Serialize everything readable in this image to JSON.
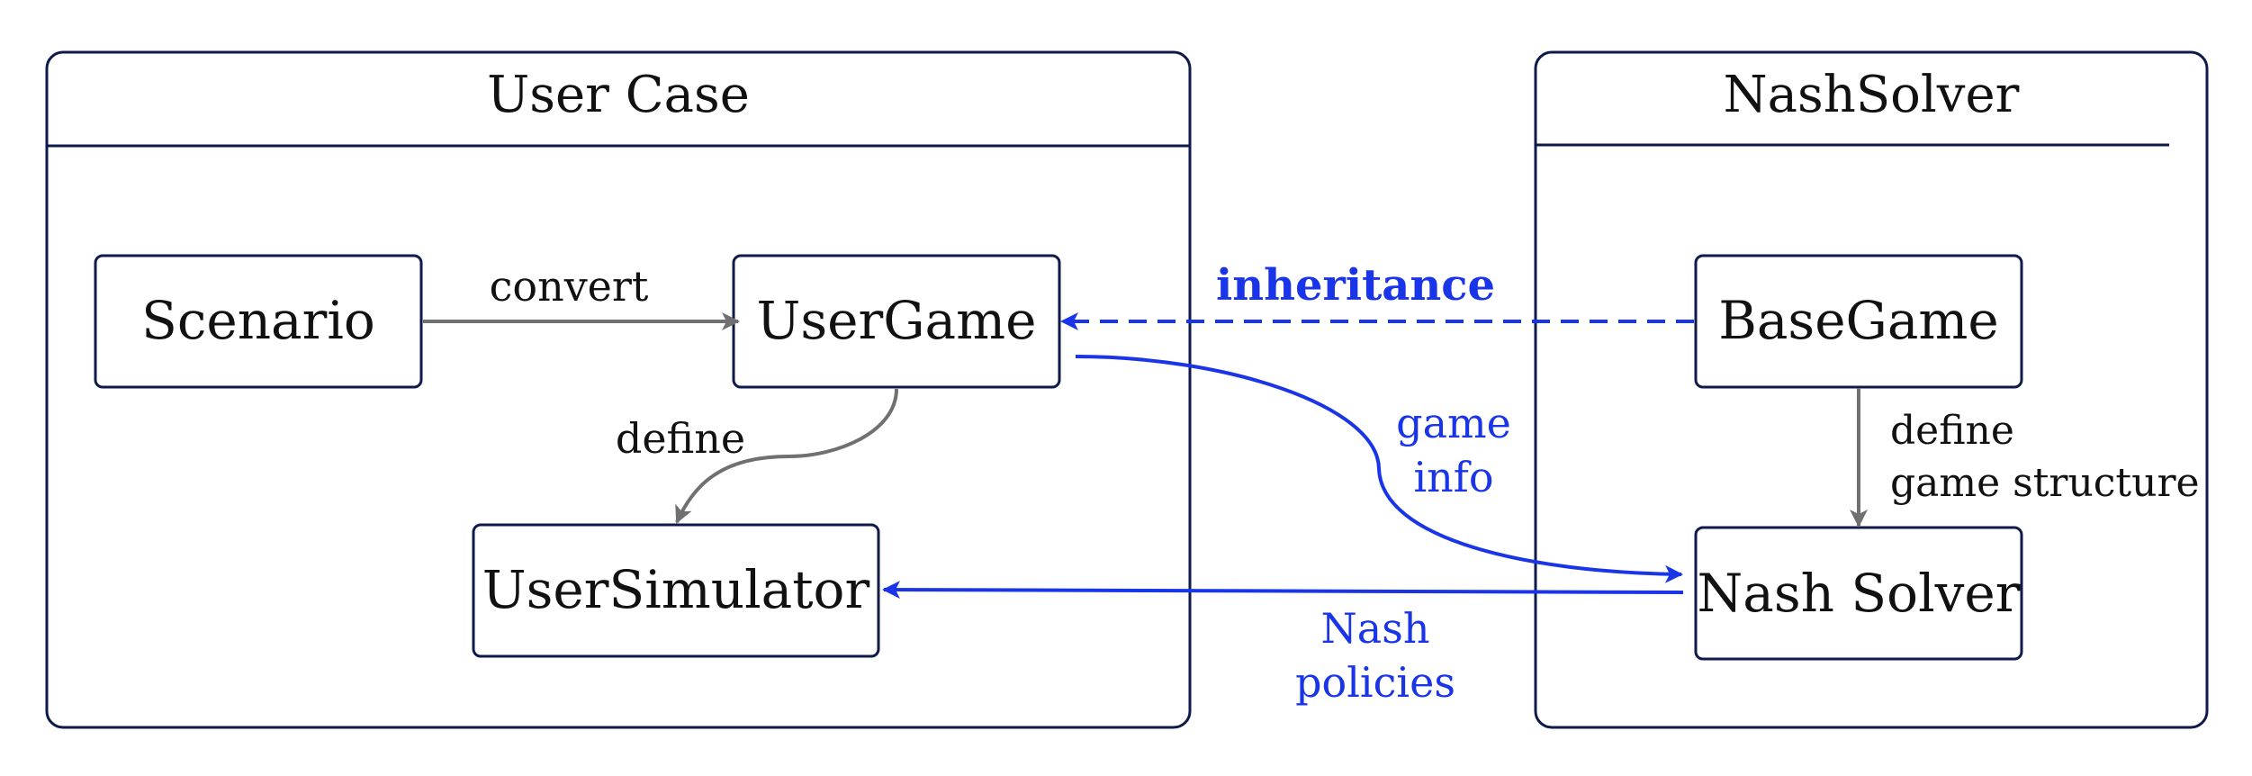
{
  "containers": {
    "user_case": {
      "title": "User Case"
    },
    "nash_solver": {
      "title": "NashSolver"
    }
  },
  "nodes": {
    "scenario": "Scenario",
    "user_game": "UserGame",
    "user_simulator": "UserSimulator",
    "base_game": "BaseGame",
    "nash_solver": "Nash Solver"
  },
  "edge_labels": {
    "convert": "convert",
    "define": "define",
    "inheritance": "inheritance",
    "game_info_line1": "game",
    "game_info_line2": "info",
    "define_structure_line1": "define",
    "define_structure_line2": "game structure",
    "nash_policies_line1": "Nash",
    "nash_policies_line2": "policies"
  },
  "colors": {
    "border": "#0d1a4a",
    "gray_arrow": "#707070",
    "blue": "#1a35e8",
    "text": "#111111"
  }
}
